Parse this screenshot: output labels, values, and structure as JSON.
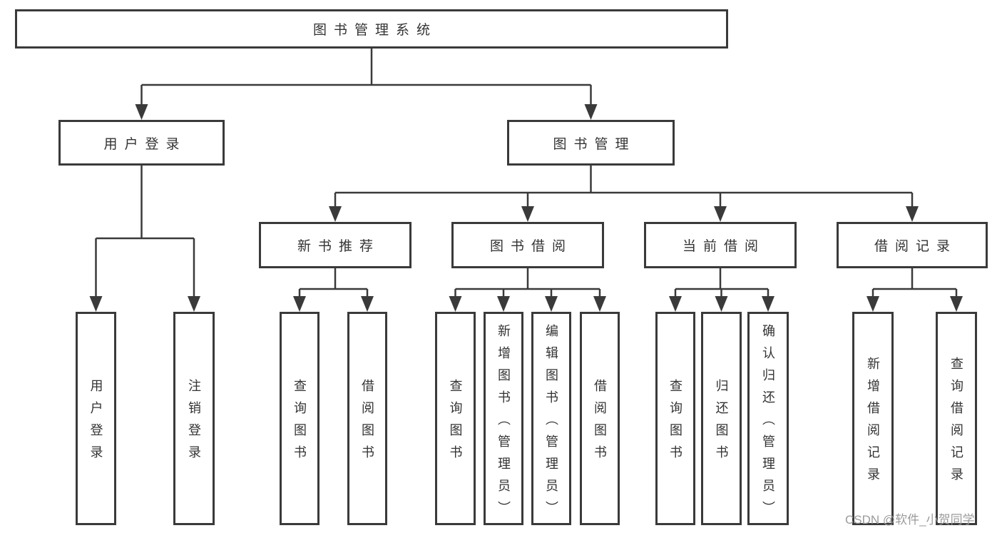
{
  "diagram": {
    "root": {
      "label": "图书管理系统"
    },
    "level2": [
      {
        "id": "user-login",
        "label": "用户登录"
      },
      {
        "id": "book-management",
        "label": "图书管理"
      }
    ],
    "level3": [
      {
        "id": "new-book-recommendation",
        "label": "新书推荐"
      },
      {
        "id": "book-borrowing",
        "label": "图书借阅"
      },
      {
        "id": "current-borrowing",
        "label": "当前借阅"
      },
      {
        "id": "borrowing-records",
        "label": "借阅记录"
      }
    ],
    "leaves": [
      {
        "id": "user-login-leaf",
        "label": "用户登录"
      },
      {
        "id": "logout-leaf",
        "label": "注销登录"
      },
      {
        "id": "query-books-recommend",
        "label": "查询图书"
      },
      {
        "id": "borrow-books-recommend",
        "label": "借阅图书"
      },
      {
        "id": "query-books-borrow",
        "label": "查询图书"
      },
      {
        "id": "add-books-admin",
        "label": "新增图书（管理员）"
      },
      {
        "id": "edit-books-admin",
        "label": "编辑图书（管理员）"
      },
      {
        "id": "borrow-books",
        "label": "借阅图书"
      },
      {
        "id": "query-books-current",
        "label": "查询图书"
      },
      {
        "id": "return-books",
        "label": "归还图书"
      },
      {
        "id": "confirm-return-admin",
        "label": "确认归还（管理员）"
      },
      {
        "id": "add-borrow-record",
        "label": "新增借阅记录"
      },
      {
        "id": "query-borrow-record",
        "label": "查询借阅记录"
      }
    ],
    "watermark": "CSDN @软件_小贺同学",
    "colors": {
      "line": "#3a3a3a",
      "box_border": "#3a3a3a",
      "box_fill": "#ffffff",
      "text": "#333333",
      "watermark": "#9b9b9b",
      "background": "#ffffff"
    }
  }
}
